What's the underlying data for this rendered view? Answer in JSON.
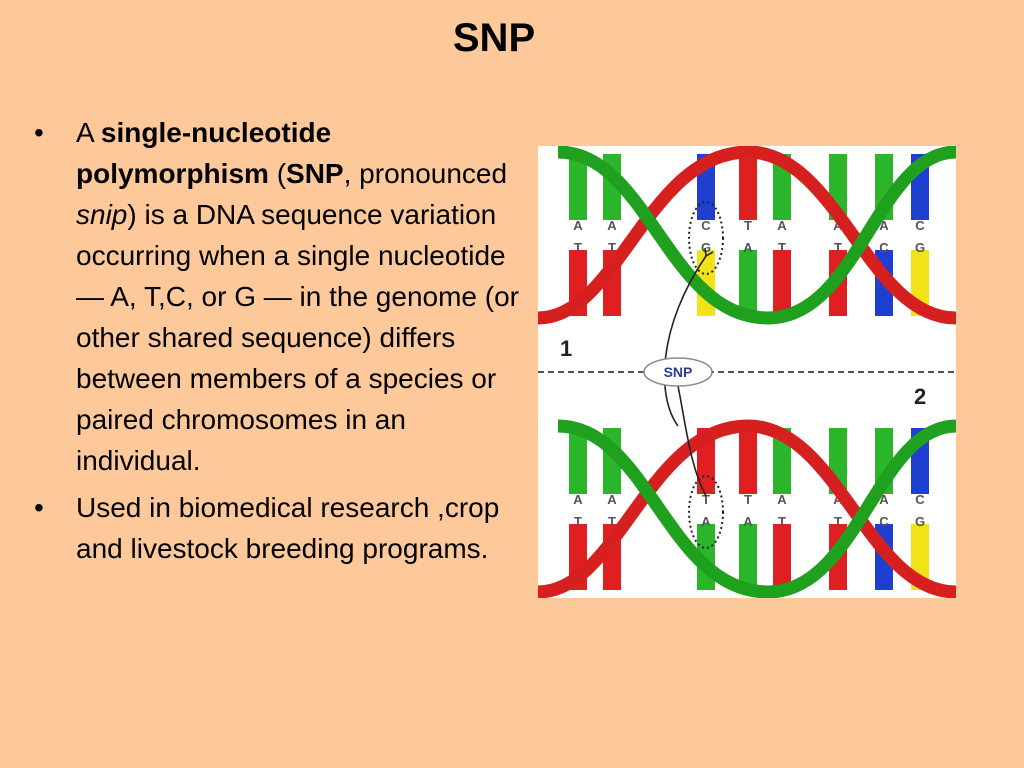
{
  "title": "SNP",
  "bullets": {
    "b1": {
      "marker": "•",
      "p1": "A ",
      "p2": "single-nucleotide polymorphism",
      "p3": " (",
      "p4": "SNP",
      "p5": ", pronounced ",
      "p6": "snip",
      "p7": ") is a DNA sequence variation occurring when a single nucleotide — A, T,C, or G — in the genome (or other shared sequence) differs between members of a species or paired chromosomes in an individual."
    },
    "b2": {
      "marker": "•",
      "text": "Used in biomedical research ,crop and livestock breeding programs."
    }
  },
  "figure": {
    "label_1": "1",
    "label_2": "2",
    "snp_label": "SNP",
    "top_pairs": [
      {
        "top": "A",
        "bottom": "T"
      },
      {
        "top": "A",
        "bottom": "T"
      },
      {
        "top": "C",
        "bottom": "G"
      },
      {
        "top": "T",
        "bottom": "A"
      },
      {
        "top": "A",
        "bottom": "T"
      },
      {
        "top": "A",
        "bottom": "T"
      },
      {
        "top": "A",
        "bottom": "C"
      },
      {
        "top": "C",
        "bottom": "G"
      }
    ],
    "bottom_pairs": [
      {
        "top": "A",
        "bottom": "T"
      },
      {
        "top": "A",
        "bottom": "T"
      },
      {
        "top": "T",
        "bottom": "A"
      },
      {
        "top": "T",
        "bottom": "A"
      },
      {
        "top": "A",
        "bottom": "T"
      },
      {
        "top": "A",
        "bottom": "T"
      },
      {
        "top": "A",
        "bottom": "C"
      },
      {
        "top": "C",
        "bottom": "G"
      }
    ],
    "colors": {
      "A": "#2BB52B",
      "T": "#E02020",
      "C": "#1F3FD0",
      "G": "#F2E21A",
      "strand_red": "#D62020",
      "strand_green": "#1FA01F"
    }
  }
}
